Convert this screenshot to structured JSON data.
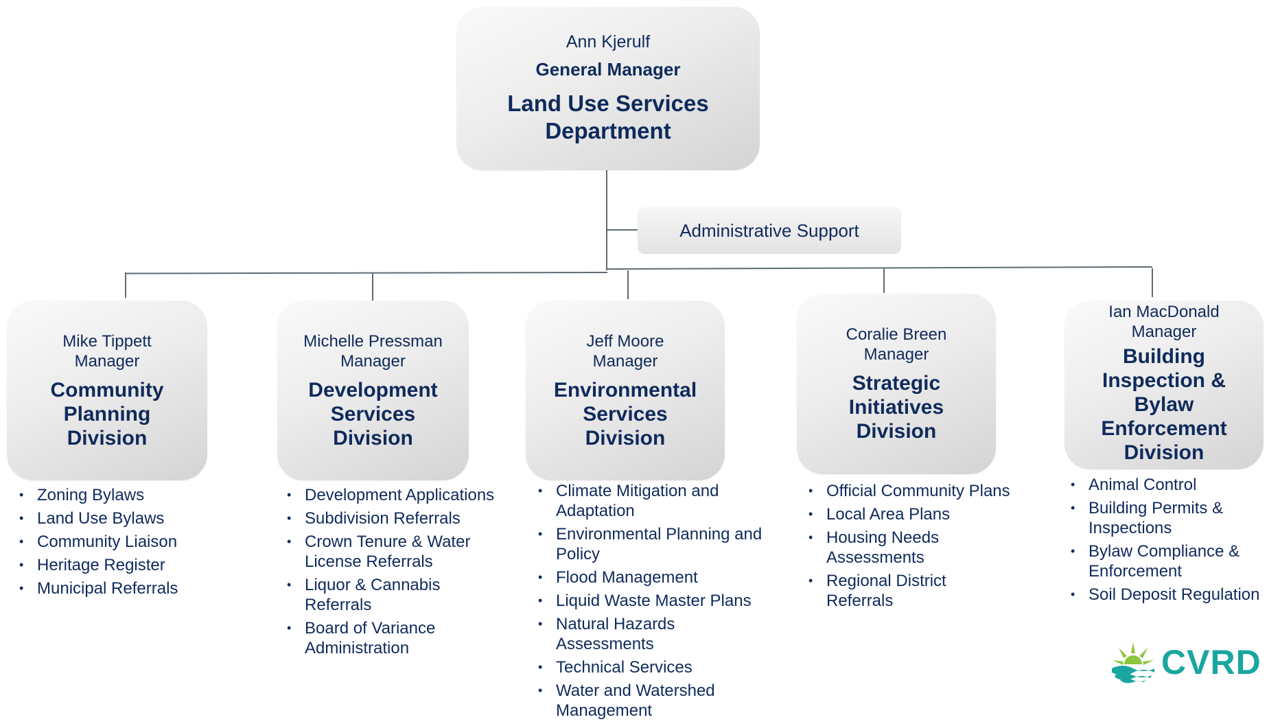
{
  "general_manager": {
    "name": "Ann Kjerulf",
    "title": "General Manager",
    "department_line1": "Land Use Services",
    "department_line2": "Department"
  },
  "admin_support": "Administrative Support",
  "divisions": [
    {
      "name": "Mike Tippett",
      "title": "Manager",
      "division": [
        "Community",
        "Planning",
        "Division"
      ],
      "duties": [
        "Zoning Bylaws",
        "Land Use Bylaws",
        "Community Liaison",
        "Heritage Register",
        "Municipal Referrals"
      ]
    },
    {
      "name": "Michelle Pressman",
      "title": "Manager",
      "division": [
        "Development",
        "Services",
        "Division"
      ],
      "duties": [
        "Development Applications",
        "Subdivision Referrals",
        "Crown Tenure & Water\nLicense Referrals",
        "Liquor & Cannabis\nReferrals",
        "Board of Variance\nAdministration"
      ]
    },
    {
      "name": "Jeff Moore",
      "title": "Manager",
      "division": [
        "Environmental",
        "Services",
        "Division"
      ],
      "duties": [
        "Climate Mitigation and\nAdaptation",
        "Environmental Planning and\nPolicy",
        "Flood Management",
        "Liquid Waste Master Plans",
        "Natural Hazards\nAssessments",
        "Technical Services",
        "Water and Watershed\nManagement"
      ]
    },
    {
      "name": "Coralie Breen",
      "title": "Manager",
      "division": [
        "Strategic",
        "Initiatives",
        "Division"
      ],
      "duties": [
        "Official Community Plans",
        "Local Area Plans",
        "Housing Needs\nAssessments",
        "Regional District\nReferrals"
      ]
    },
    {
      "name": "Ian MacDonald",
      "title": "Manager",
      "division": [
        "Building",
        "Inspection &",
        "Bylaw",
        "Enforcement",
        "Division"
      ],
      "duties": [
        "Animal Control",
        "Building Permits &\nInspections",
        "Bylaw Compliance &\nEnforcement",
        "Soil Deposit Regulation"
      ]
    }
  ],
  "logo": {
    "text": "CVRD",
    "icon": "cvrd-sun-wave-logo-icon",
    "colors": {
      "green": "#8dc63f",
      "teal": "#1aa6a0",
      "navy": "#0f2a5c"
    }
  },
  "colors": {
    "text": "#0f2a5c",
    "connector": "#5f6b73"
  }
}
